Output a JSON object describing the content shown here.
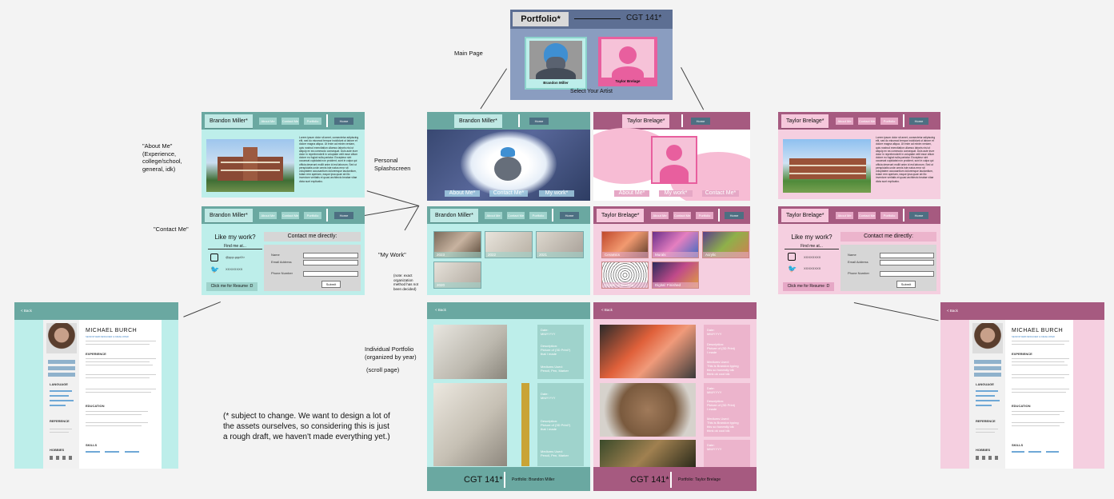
{
  "main": {
    "portfolio_title": "Portfolio*",
    "course": "CGT 141*",
    "artist1": "Brandon Miller",
    "artist2": "Taylor Brelage",
    "select_text": "Select Your Artist"
  },
  "annotations": {
    "main_page": "Main Page",
    "about_me": "\"About Me\"\n(Experience,\ncollege/school,\ngeneral, idk)",
    "personal_splash": "Personal\nSplashscreen",
    "contact_me": "\"Contact Me\"",
    "my_work": "\"My Work\"",
    "note_small": "(note: exact\norganization\nmethod has not\nbeen decided)",
    "individual_portfolio": "Individual Portfolio\n(organized by year)",
    "scroll_page": "(scroll page)",
    "disclaimer": "(* subject to change. We want to design a lot of the assets ourselves, so considering this is just a rough draft, we haven't made everything yet.)"
  },
  "nav": {
    "brandon": "Brandon Miller*",
    "taylor": "Taylor Brelage*",
    "tab_about": "About Me",
    "tab_contact": "Contact Me",
    "tab_work": "Portfolio",
    "btn": "Home"
  },
  "splash": {
    "about": "About Me*",
    "contact": "Contact Me*",
    "work": "My work*"
  },
  "about": {
    "text": "Lorem ipsum dolor sit amet, consectetur adipiscing elit, sed do eiusmod tempor incididunt ut labore et dolore magna aliqua. Ut enim ad minim veniam, quis nostrud exercitation ullamco laboris nisi ut aliquip ex ea commodo consequat. Duis aute irure dolor in reprehenderit in voluptate velit esse cillum dolore eu fugiat nulla pariatur. Excepteur sint occaecat cupidatat non proident, sunt in culpa qui officia deserunt mollit anim id est laborum. Sed ut perspiciatis unde omnis iste natus error sit voluptatem accusantium doloremque laudantium, totam rem aperiam, eaque ipsa quae ab illo inventore veritatis et quasi architecto beatae vitae dicta sunt explicabo."
  },
  "contact": {
    "like": "Like my work?",
    "find": "Find me at...",
    "insta_b": "@ppp.ppp0/>",
    "twitter_b": "XXXXXXXX",
    "insta_t": "XXXXXXXX",
    "twitter_t": "XXXXXXXX",
    "contact_directly": "Contact me directly:",
    "name": "Name",
    "email": "Email Address",
    "phone": "Phone Number",
    "submit": "Submit",
    "resume": "Click me for Resume :D"
  },
  "work_b": {
    "years": [
      "2023",
      "2022",
      "2021",
      "2020"
    ]
  },
  "work_t": {
    "cats": [
      "Ceramics",
      "Murals",
      "Acrylic",
      "Digital: Unfinished",
      "Digital: Finished"
    ]
  },
  "portfolio": {
    "back": "< Back",
    "date": "Date:\nMM/YYYY",
    "desc_b": "Description:\nPicture of (3D Print?)\nthat I made",
    "mediums_b": "Mediums Used:\nPencil, Pen, Marker",
    "desc_t": "Description:\nPicture of (3D Print)\nI made",
    "mediums_t": "Mediums Used:\nThis is Brandon typing\nthis so honestly idk\nthink ok cool idk",
    "footer_course": "CGT 141*",
    "footer_b": "Portfolio: Brandon Miller",
    "footer_t": "Portfolio: Taylor Brelage"
  },
  "resume": {
    "back": "< Back",
    "name": "MICHAEL BURCH",
    "role": "SENIOR WEB DESIGNER & DEVELOPER",
    "experience": "EXPERIENCE",
    "education": "EDUCATION",
    "language": "LANGUAGE",
    "reference": "REFERENCE",
    "skills": "SKILLS",
    "hobbies": "HOBBIES"
  }
}
